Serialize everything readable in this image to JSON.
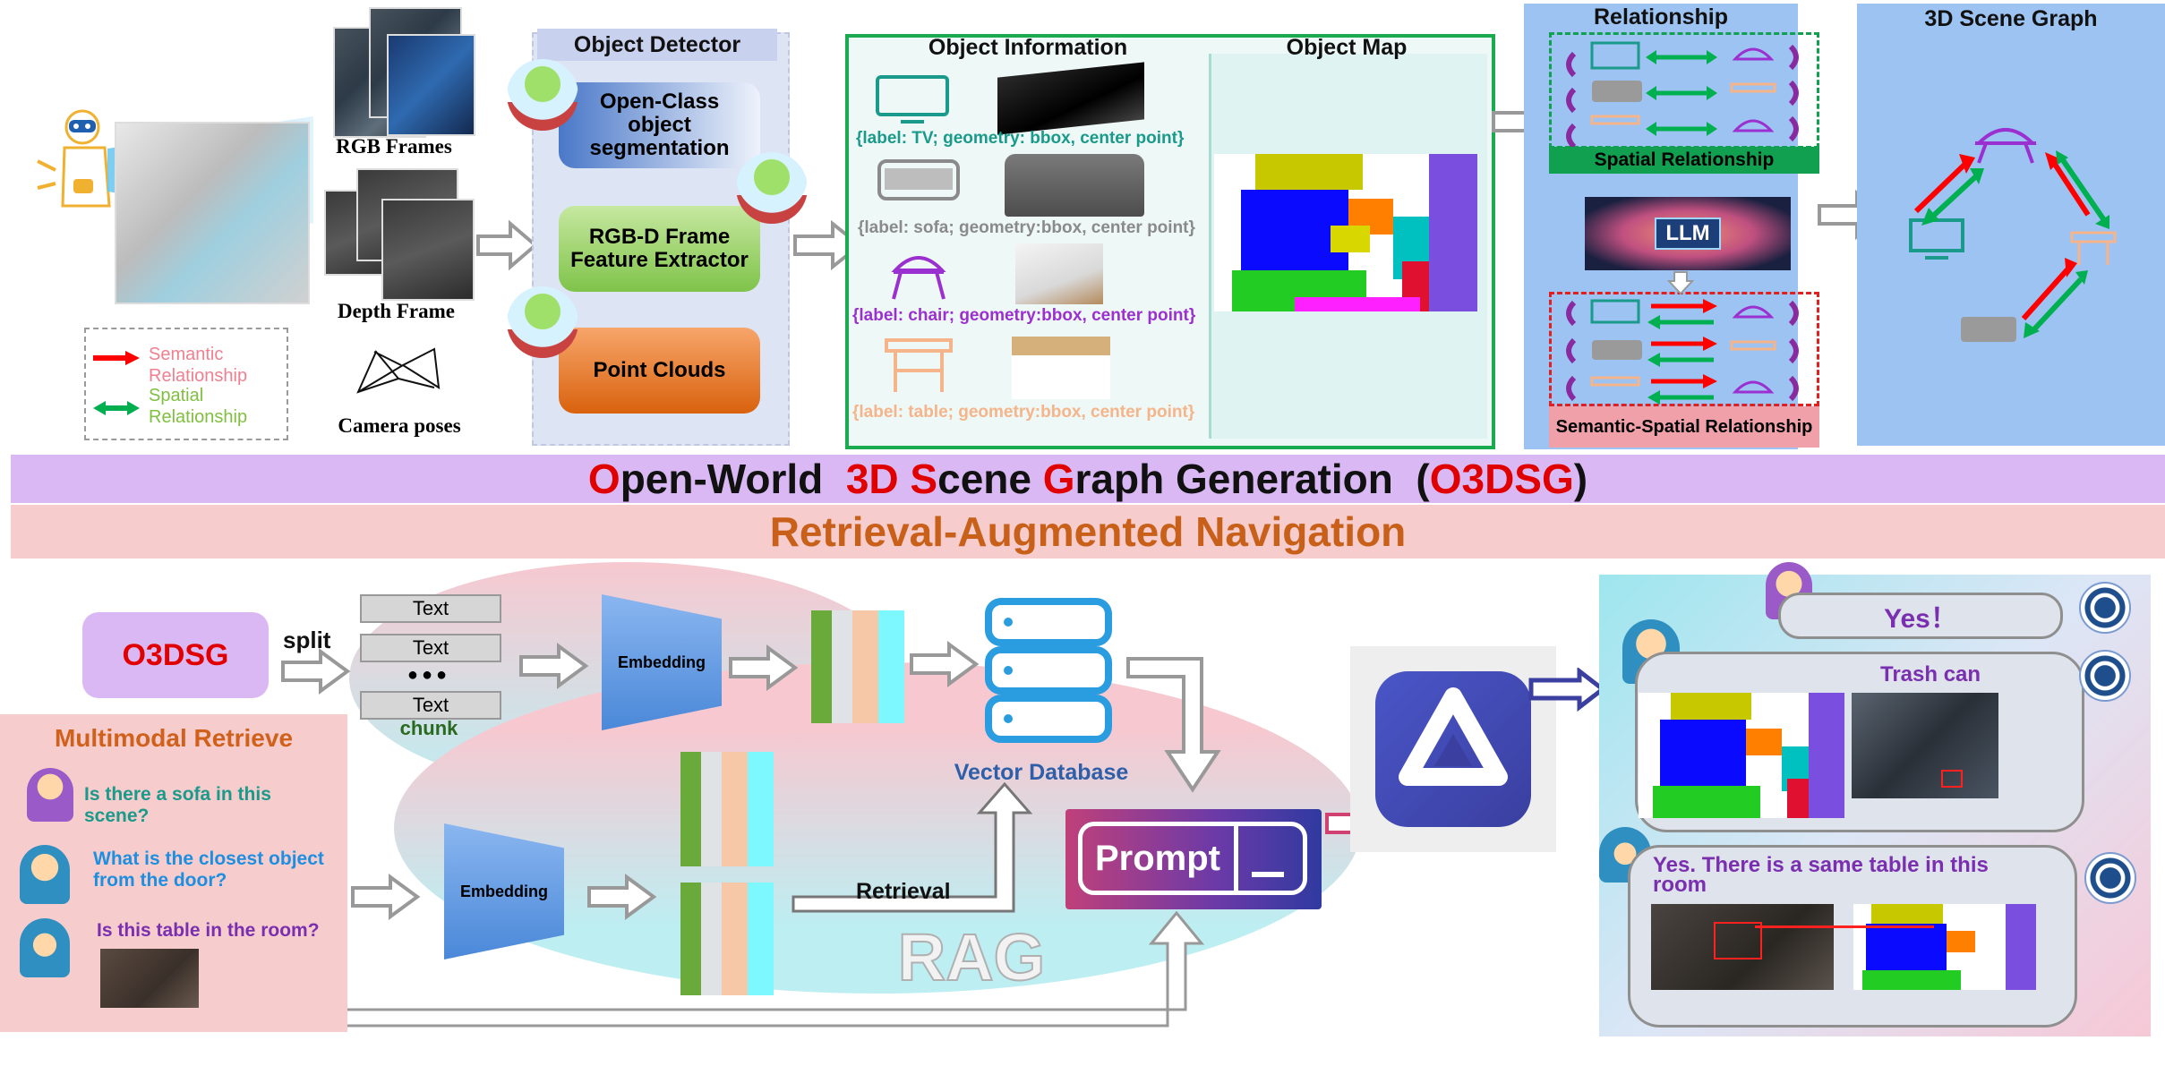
{
  "top": {
    "rgb_frames": "RGB Frames",
    "depth_frame": "Depth Frame",
    "camera_poses": "Camera poses",
    "legend": {
      "semantic": "Semantic\nRelationship",
      "spatial": "Spatial\nRelationship",
      "semantic_color": "#ff0000",
      "spatial_color": "#00b050"
    },
    "detector": {
      "title": "Object Detector",
      "seg": "Open-Class object segmentation",
      "feat": "RGB-D Frame Feature Extractor",
      "pc": "Point Clouds"
    },
    "info": {
      "title": "Object Information",
      "map_title": "Object Map",
      "items": [
        {
          "text": "{label: TV; geometry: bbox, center point}",
          "color": "#1a9a8a",
          "icon": "tv-icon"
        },
        {
          "text": "{label: sofa; geometry:bbox, center point}",
          "color": "#8a8a8a",
          "icon": "sofa-icon"
        },
        {
          "text": "{label: chair; geometry:bbox, center point}",
          "color": "#9b30d0",
          "icon": "chair-icon"
        },
        {
          "text": "{label: table; geometry:bbox, center point}",
          "color": "#f5b48a",
          "icon": "table-icon"
        }
      ]
    },
    "relationship": {
      "title": "Relationship",
      "spatial": "Spatial Relationship",
      "llm": "LLM",
      "semantic_spatial": "Semantic-Spatial Relationship"
    },
    "scene_graph": {
      "title": "3D Scene Graph"
    }
  },
  "banners": {
    "o3dsg_parts": [
      {
        "t": "O",
        "c": "#e00000"
      },
      {
        "t": "pen-World  ",
        "c": "#111111"
      },
      {
        "t": "3D ",
        "c": "#e00000"
      },
      {
        "t": "S",
        "c": "#e00000"
      },
      {
        "t": "cene ",
        "c": "#111111"
      },
      {
        "t": "G",
        "c": "#e00000"
      },
      {
        "t": "raph Generation  (",
        "c": "#111111"
      },
      {
        "t": "O3DSG",
        "c": "#e00000"
      },
      {
        "t": ")",
        "c": "#111111"
      }
    ],
    "ran": "Retrieval-Augmented Navigation"
  },
  "bottom": {
    "o3dsg": "O3DSG",
    "split": "split",
    "text_chunks": [
      "Text",
      "Text",
      "Text"
    ],
    "dots": "●●●",
    "chunk": "chunk",
    "embedding": "Embedding",
    "vector_db": "Vector Database",
    "retrieval": "Retrieval",
    "prompt": "Prompt",
    "rag": "RAG",
    "multimodal": {
      "title": "Multimodal Retrieve",
      "questions": [
        {
          "text": "Is there a sofa in this scene?",
          "color": "#1a9a8a"
        },
        {
          "text": "What is the closest object from the door?",
          "color": "#1e8fe0"
        },
        {
          "text": "Is this table in the room?",
          "color": "#7a2fb0"
        }
      ]
    },
    "answers": {
      "yes": "Yes！",
      "trash": "Trash can",
      "table": "Yes. There  is a same table in this room"
    }
  }
}
